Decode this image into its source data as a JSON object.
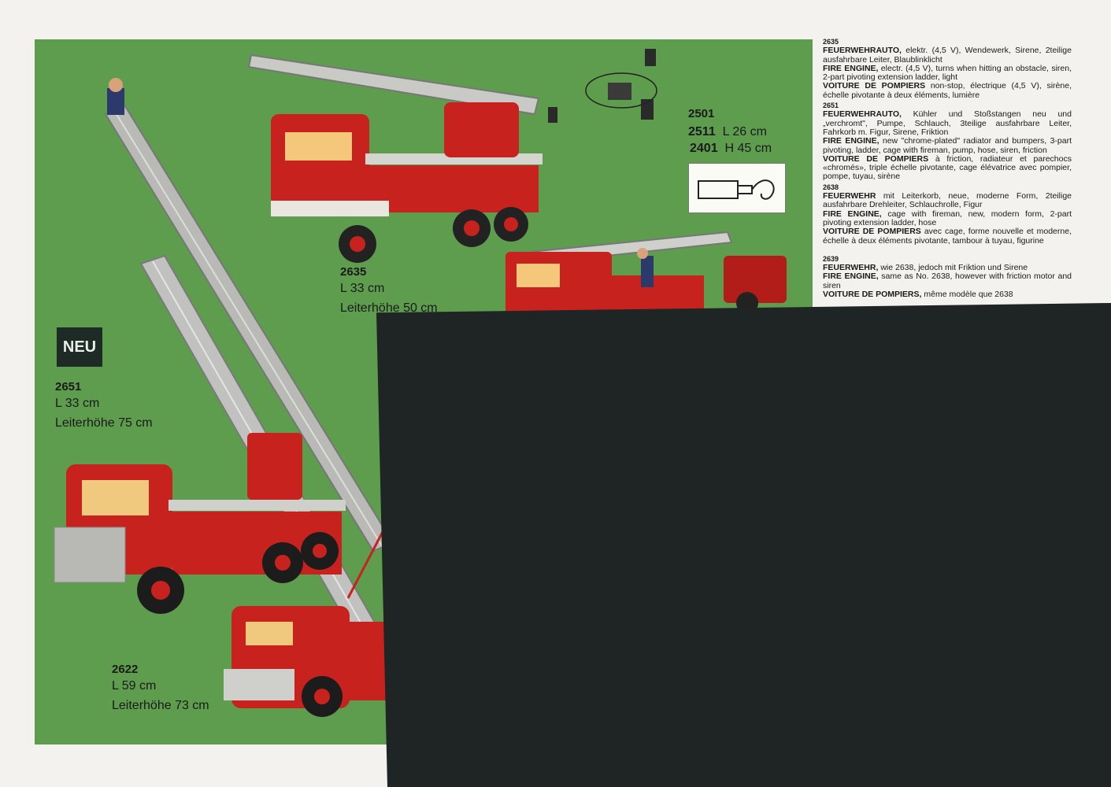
{
  "badge": "NEU",
  "products": {
    "p2651": {
      "num": "2651",
      "line1": "L 33 cm",
      "line2": "Leiterhöhe 75 cm"
    },
    "p2635": {
      "num": "2635",
      "line1": "L 33 cm",
      "line2": "Leiterhöhe 50 cm"
    },
    "p2501": {
      "num": "2501"
    },
    "p2511": {
      "num": "2511",
      "line1": "L 26 cm"
    },
    "p2401": {
      "num": "2401",
      "line1": "H 45 cm"
    },
    "p2622": {
      "num": "2622",
      "line1": "L 59 cm",
      "line2": "Leiterhöhe 73 cm"
    }
  },
  "desc": {
    "d2635": {
      "code": "2635",
      "de_t": "FEUERWEHRAUTO,",
      "de": " elektr. (4,5 V), Wendewerk, Sirene, 2teilige ausfahrbare Leiter, Blaublinklicht",
      "en_t": "FIRE ENGINE,",
      "en": " electr. (4,5 V), turns when hitting an obstacle, siren, 2-part pivoting extension ladder, light",
      "fr_t": "VOITURE DE POMPIERS",
      "fr": " non-stop, électrique (4,5 V), sirène, échelle pivotante à deux éléments, lumière"
    },
    "d2651": {
      "code": "2651",
      "de_t": "FEUERWEHRAUTO,",
      "de": " Kühler und Stoßstangen neu und „verchromt\", Pumpe, Schlauch, 3teilige ausfahrbare Leiter, Fahrkorb m. Figur, Sirene, Friktion",
      "en_t": "FIRE ENGINE,",
      "en": " new \"chrome-plated\" radiator and bumpers, 3-part pivoting, ladder, cage with fireman, pump, hose, siren, friction",
      "fr_t": "VOITURE DE POMPIERS",
      "fr": " à friction, radiateur et parechocs «chromés», triple échelle pivotante, cage élévatrice avec pompier, pompe, tuyau, sirène"
    },
    "d2638": {
      "code": "2638",
      "de_t": "FEUERWEHR",
      "de": " mit Leiterkorb, neue, moderne Form, 2teilige ausfahrbare Drehleiter, Schlauchrolle, Figur",
      "en_t": "FIRE ENGINE,",
      "en": " cage with fireman, new, modern form, 2-part pivoting extension ladder, hose",
      "fr_t": "VOITURE DE POMPIERS",
      "fr": " avec cage, forme nouvelle et moderne, échelle à deux éléments pivotante, tambour à tuyau, figurine"
    },
    "d2639": {
      "code": "2639",
      "de_t": "FEUERWEHR,",
      "de": " wie 2638, jedoch mit Friktion und Sirene",
      "en_t": "FIRE ENGINE,",
      "en": " same as No. 2638, however with friction motor and siren",
      "fr_t": "VOITURE DE POMPIERS,",
      "fr": " même modèle que 2638"
    }
  },
  "colors": {
    "panel": "#5e9c4e",
    "truck_red": "#c8221e",
    "overlay": "#1f2424"
  }
}
